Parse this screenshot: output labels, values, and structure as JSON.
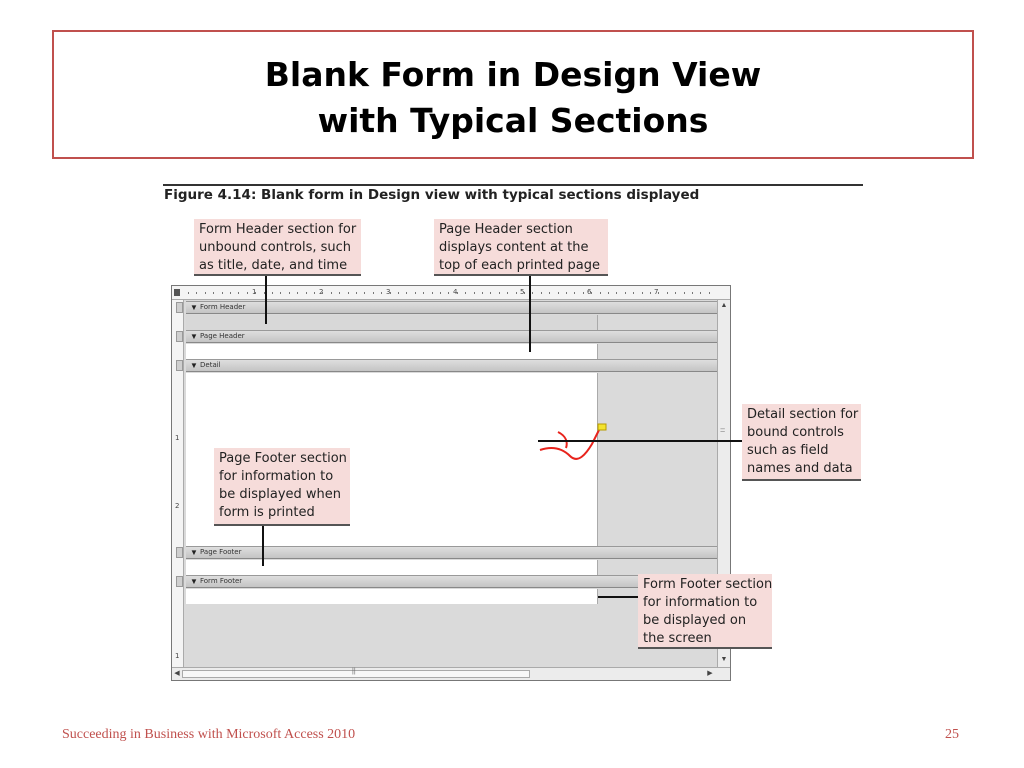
{
  "slide": {
    "title_line1": "Blank Form in Design View",
    "title_line2": "with Typical Sections",
    "footer": "Succeeding in Business with Microsoft Access 2010",
    "page_number": "25"
  },
  "figure": {
    "caption": "Figure 4.14: Blank form in Design view with typical sections displayed",
    "callouts": {
      "form_header": [
        "Form Header section for",
        "unbound controls, such",
        "as title, date, and time"
      ],
      "page_header": [
        "Page Header section",
        "displays content at the",
        "top of each printed page"
      ],
      "detail": [
        "Detail section for",
        "bound controls",
        "such as field",
        "names and data"
      ],
      "page_footer": [
        "Page Footer section",
        "for information to",
        "be displayed when",
        "form is printed"
      ],
      "form_footer": [
        "Form Footer section",
        "for information to",
        "be displayed on",
        "the screen"
      ]
    },
    "sections": {
      "form_header": "Form Header",
      "page_header": "Page Header",
      "detail": "Detail",
      "page_footer": "Page Footer",
      "form_footer": "Form Footer"
    },
    "ruler_numbers": [
      "1",
      "2",
      "3",
      "4",
      "5",
      "6",
      "7"
    ],
    "vertical_ruler_numbers": [
      "1",
      "2",
      "1"
    ],
    "colors": {
      "title_border": "#c0504d",
      "callout_fill": "#f6dcda",
      "footer_text": "#c0504d",
      "annotation_ink": "#e8231c"
    }
  }
}
